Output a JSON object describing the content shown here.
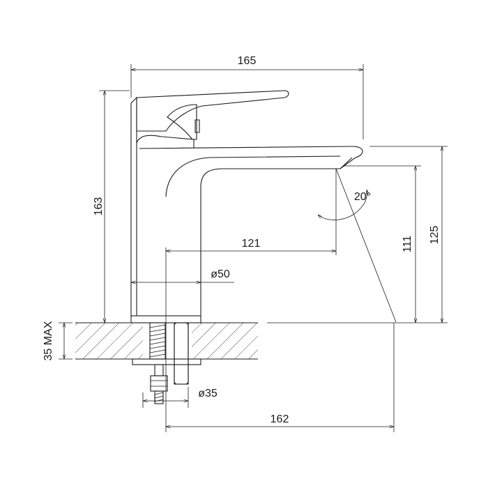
{
  "dimensions": {
    "overall_width": "165",
    "overall_height": "163",
    "spout_height_outer": "125",
    "spout_height_inner": "111",
    "spout_reach": "121",
    "body_diameter": "ø50",
    "mount_diameter": "ø35",
    "base_reach": "162",
    "counter_thickness": "35 MAX",
    "spout_angle": "20°"
  }
}
